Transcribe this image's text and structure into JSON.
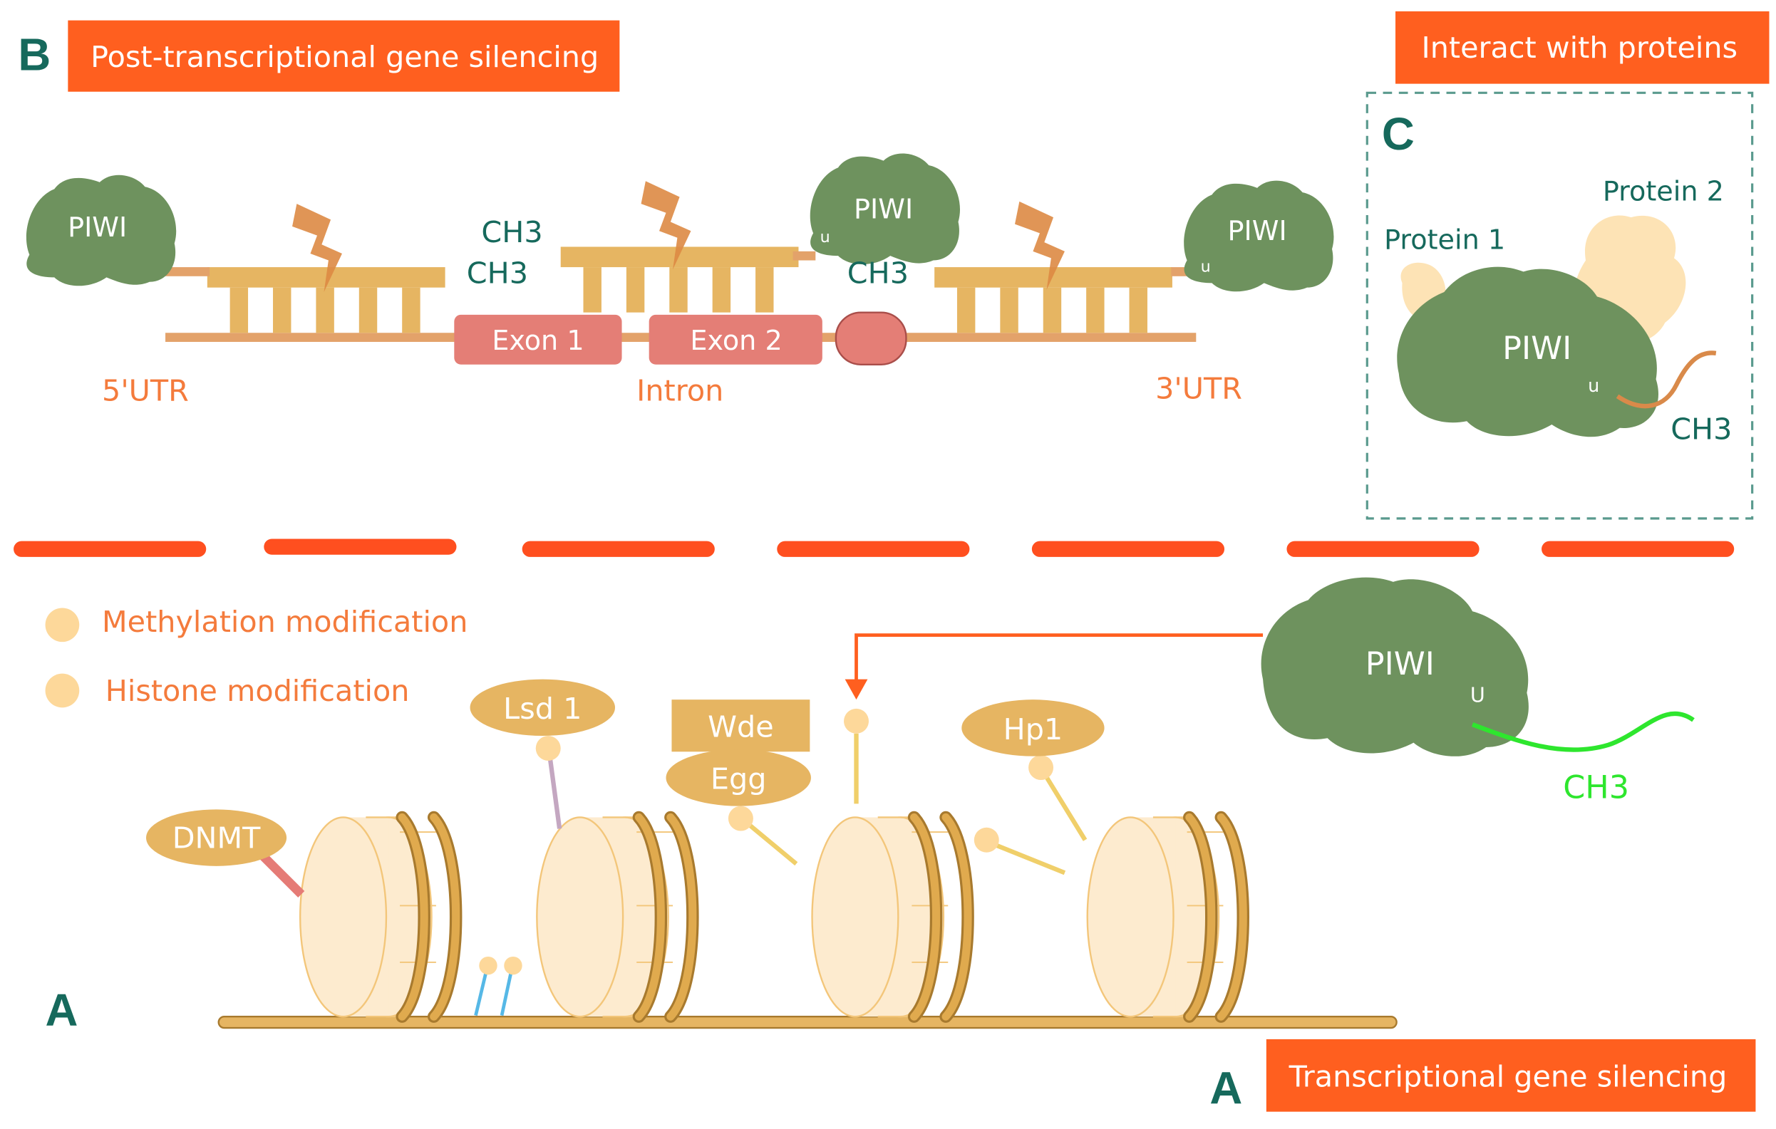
{
  "colors": {
    "orange_banner": "#ff5f1f",
    "banner_text": "#ffffff",
    "teal": "#16695c",
    "label_orange": "#f47b3c",
    "piwi_green": "#6e925e",
    "strand_gold": "#e6b562",
    "exon_pink": "#e47e76",
    "lightning": "#dd8a44",
    "bright_green": "#2ee62e",
    "nucleosome": "#fdebcf",
    "divider_red": "#ff4f1f"
  },
  "panel_b": {
    "letter": "B",
    "banner": "Post-transcriptional gene silencing",
    "piwi_labels": [
      "PIWI",
      "PIWI",
      "PIWI"
    ],
    "u_marks": [
      "u",
      "u"
    ],
    "ch3_labels": [
      "CH3",
      "CH3",
      "CH3"
    ],
    "exon_1": "Exon 1",
    "exon_2": "Exon 2",
    "label_5utr": "5'UTR",
    "label_intron": "Intron",
    "label_3utr": "3'UTR"
  },
  "panel_c": {
    "banner": "Interact with proteins",
    "letter": "C",
    "protein_1": "Protein 1",
    "protein_2": "Protein 2",
    "piwi": "PIWI",
    "u_mark": "u",
    "ch3": "CH3"
  },
  "panel_a": {
    "legend": [
      "Methylation modification",
      "Histone modification"
    ],
    "enzymes": {
      "lsd1": "Lsd 1",
      "wde": "Wde",
      "egg": "Egg",
      "hp1": "Hp1",
      "dnmt": "DNMT"
    },
    "piwi": "PIWI",
    "u_mark": "U",
    "ch3": "CH3",
    "letter_left": "A",
    "letter_right": "A",
    "banner": "Transcriptional gene silencing"
  }
}
